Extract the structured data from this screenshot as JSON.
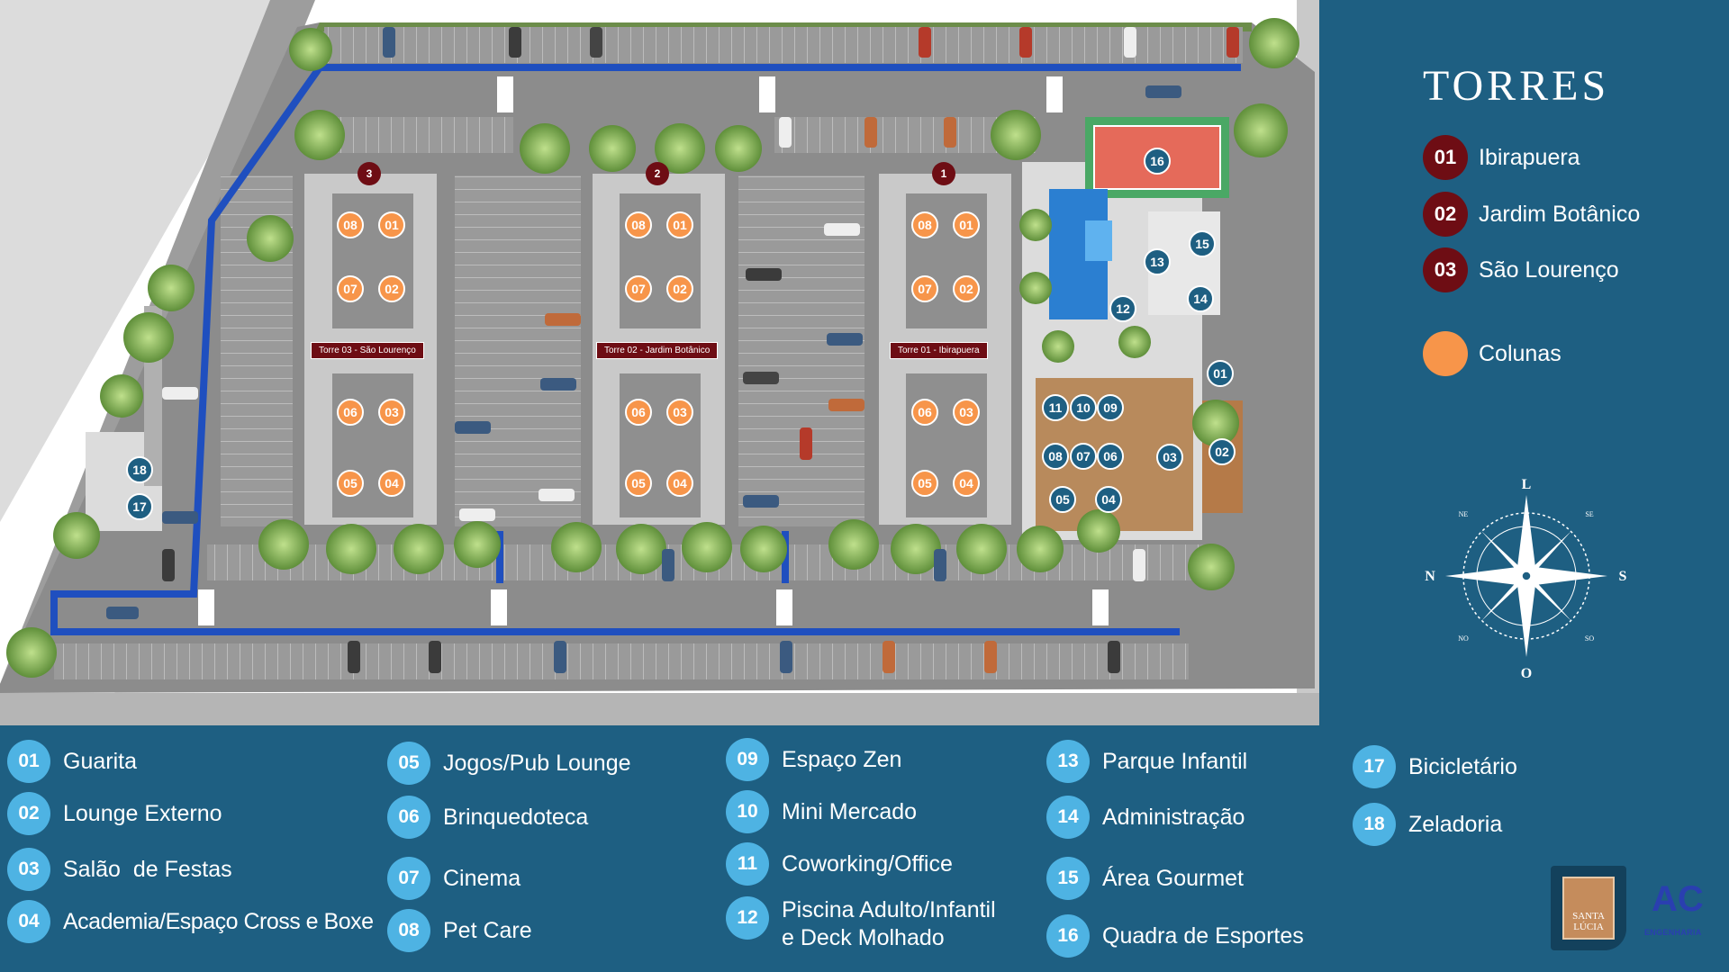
{
  "towers_panel": {
    "title": "TORRES",
    "towers": [
      {
        "num": "01",
        "name": "Ibirapuera"
      },
      {
        "num": "02",
        "name": "Jardim Botânico"
      },
      {
        "num": "03",
        "name": "São Lourenço"
      }
    ],
    "columns_label": "Colunas",
    "compass": {
      "L": "L",
      "O": "O",
      "N": "N",
      "S": "S",
      "NE": "NE",
      "SE": "SE",
      "NO": "NO",
      "SO": "SO"
    }
  },
  "map": {
    "tower_labels": [
      {
        "num": "3",
        "name": "Torre 03 - São Lourenço"
      },
      {
        "num": "2",
        "name": "Torre 02 - Jardim Botânico"
      },
      {
        "num": "1",
        "name": "Torre 01 - Ibirapuera"
      }
    ],
    "column_badges": [
      "08",
      "01",
      "07",
      "02",
      "06",
      "03",
      "05",
      "04"
    ],
    "area_badges": [
      "16",
      "15",
      "13",
      "14",
      "12",
      "01",
      "11",
      "10",
      "09",
      "08",
      "07",
      "06",
      "03",
      "02",
      "05",
      "04",
      "18",
      "17"
    ]
  },
  "legend": [
    {
      "num": "01",
      "label": "Guarita"
    },
    {
      "num": "02",
      "label": "Lounge Externo"
    },
    {
      "num": "03",
      "label": "Salão  de Festas"
    },
    {
      "num": "04",
      "label": "Academia/Espaço Cross e Boxe"
    },
    {
      "num": "05",
      "label": "Jogos/Pub Lounge"
    },
    {
      "num": "06",
      "label": "Brinquedoteca"
    },
    {
      "num": "07",
      "label": "Cinema"
    },
    {
      "num": "08",
      "label": "Pet Care"
    },
    {
      "num": "09",
      "label": "Espaço Zen"
    },
    {
      "num": "10",
      "label": "Mini Mercado"
    },
    {
      "num": "11",
      "label": "Coworking/Office"
    },
    {
      "num": "12",
      "label": "Piscina Adulto/Infantil",
      "label2": "e Deck Molhado"
    },
    {
      "num": "13",
      "label": "Parque Infantil"
    },
    {
      "num": "14",
      "label": "Administração"
    },
    {
      "num": "15",
      "label": "Área Gourmet"
    },
    {
      "num": "16",
      "label": "Quadra de Esportes"
    },
    {
      "num": "17",
      "label": "Bicicletário"
    },
    {
      "num": "18",
      "label": "Zeladoria"
    }
  ],
  "logos": {
    "santa_lucia": "SANTA LÚCIA",
    "ac": "AC",
    "ac_sub": "ENGENHARIA"
  },
  "colors": {
    "background": "#1e5f82",
    "tower_badge": "#6e0d14",
    "column_badge": "#f7954a",
    "legend_badge": "#4eb3e3",
    "area_badge": "#1e5f82",
    "route_line": "#1f4fbf"
  }
}
